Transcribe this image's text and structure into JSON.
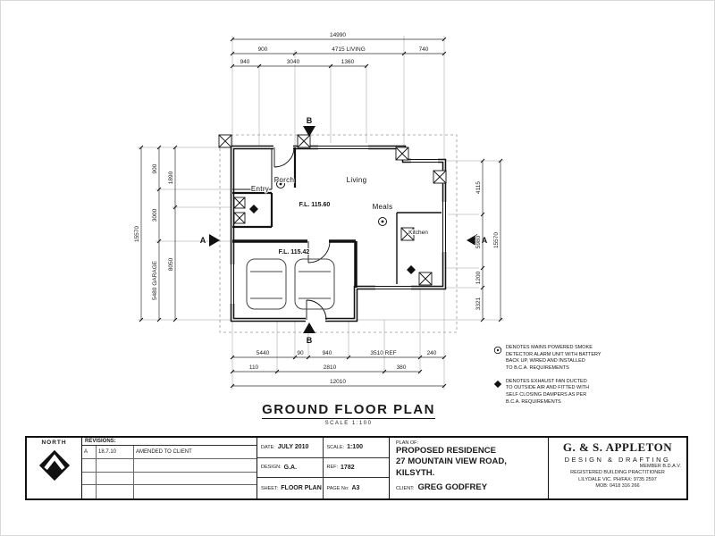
{
  "plan": {
    "title": "GROUND FLOOR PLAN",
    "scale_note": "SCALE 1:100",
    "rooms": {
      "porch": "Porch",
      "entry": "Entry",
      "living": "Living",
      "meals": "Meals",
      "kitchen": "Kitchen"
    },
    "levels": {
      "living": "F.L. 115.60",
      "garage": "F.L. 115.42"
    },
    "sections": {
      "a": "A",
      "b": "B"
    },
    "dims": {
      "top_overall": "14990",
      "top2": [
        "900",
        "4715 LIVING",
        "740"
      ],
      "top3": [
        "940",
        "3040",
        "1360"
      ],
      "left_overall": "15570",
      "left2": [
        "900",
        "3000",
        "5480 GARAGE"
      ],
      "left3": [
        "1890",
        "8050"
      ],
      "right_overall": "15570",
      "right2": [
        "4115",
        "5980",
        "1200",
        "3321"
      ],
      "bottom1": [
        "5440",
        "90",
        "940",
        "3510 REF",
        "240"
      ],
      "bottom2": [
        "110",
        "2810",
        "380"
      ],
      "bottom_overall": "12010"
    },
    "notes": [
      {
        "symbol": "smoke-detector",
        "lines": [
          "DENOTES MAINS POWERED SMOKE",
          "DETECTOR ALARM UNIT WITH BATTERY",
          "BACK UP, WIRED AND INSTALLED",
          "TO B.C.A. REQUIREMENTS"
        ]
      },
      {
        "symbol": "exhaust-fan",
        "lines": [
          "DENOTES EXHAUST FAN DUCTED",
          "TO OUTSIDE AIR AND FITTED WITH",
          "SELF CLOSING DAMPERS AS PER",
          "B.C.A. REQUIREMENTS"
        ]
      }
    ]
  },
  "titleblock": {
    "north_label": "NORTH",
    "revisions": {
      "header": "REVISIONS:",
      "rows": [
        {
          "rev": "A",
          "date": "18.7.10",
          "desc": "AMENDED TO CLIENT"
        }
      ]
    },
    "info": {
      "date_label": "DATE:",
      "date": "JULY 2010",
      "scale_label": "SCALE:",
      "scale": "1:100",
      "design_label": "DESIGN:",
      "design": "G.A.",
      "ref_label": "REF:",
      "ref": "1782",
      "sheet_label": "SHEET:",
      "sheet": "FLOOR PLAN",
      "page_label": "PAGE No:",
      "page": "A3"
    },
    "project": {
      "plan_of_label": "PLAN OF:",
      "line1": "PROPOSED RESIDENCE",
      "line2": "27 MOUNTAIN VIEW ROAD,",
      "line3": "KILSYTH.",
      "client_label": "CLIENT:",
      "client": "GREG GODFREY"
    },
    "company": {
      "name": "G. & S. APPLETON",
      "tagline": "DESIGN & DRAFTING",
      "member": "MEMBER B.D.A.V.",
      "line1": "REGISTERED BUILDING PRACTITIONER",
      "line2": "LILYDALE VIC.  PH/FAX: 9735 2597",
      "line3": "MOB: 0418 316 266"
    }
  }
}
